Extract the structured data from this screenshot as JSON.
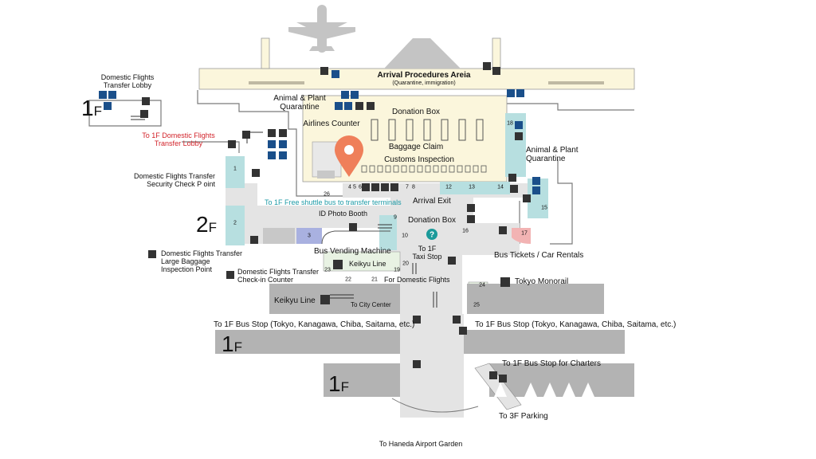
{
  "colors": {
    "arrival_area": "#fbf6dc",
    "corridor": "#e4e4e4",
    "road": "#b3b3b3",
    "walls": "#7a7a7a",
    "teal": "#b7dfe0",
    "pin": "#ef7f5a",
    "icon_blue": "#1a4f8a",
    "icon_dark": "#333333",
    "info_green": "#1b9a9a",
    "label_red": "#d2232a",
    "label_teal": "#1d9aa6"
  },
  "floors": {
    "upper_left": {
      "num": "1",
      "suffix": "F"
    },
    "second": {
      "num": "2",
      "suffix": "F"
    },
    "road_mid": {
      "num": "1",
      "suffix": "F"
    },
    "road_low": {
      "num": "1",
      "suffix": "F"
    }
  },
  "labels": {
    "transfer_lobby": "Domestic Flights\nTransfer Lobby",
    "to_transfer_lobby": "To 1F Domestic Flights\nTransfer Lobby",
    "arrival_procedures": "Arrival Procedures Areia",
    "arrival_procedures_sub": "(Quarantine, immigration)",
    "animal_plant_left": "Animal & Plant\nQuarantine",
    "airlines_counter": "Airlines Counter",
    "donation_box_top": "Donation Box",
    "baggage_claim": "Baggage Claim",
    "customs": "Customs Inspection",
    "animal_plant_right": "Animal & Plant\nQuarantine",
    "security_check": "Domestic Flights Transfer\nSecurity Check P oint",
    "free_shuttle": "To 1F Free shuttle bus to transfer terminals",
    "arrival_exit": "Arrival Exit",
    "id_photo": "ID Photo Booth",
    "donation_box_mid": "Donation Box",
    "large_baggage": "Domestic Flights Transfer\nLarge Baggage\nInspection Point",
    "transfer_checkin": "Domestic Flights Transfer\nCheck-in Counter",
    "bus_vending": "Bus Vending Machine",
    "keikyu_line_small": "Keikyu Line",
    "taxi_stop": "To 1F\nTaxi Stop",
    "for_domestic": "For Domestic Flights",
    "bus_tickets": "Bus Tickets / Car Rentals",
    "tokyo_monorail": "Tokyo Monorail",
    "keikyu_line": "Keikyu Line",
    "to_city_center": "To City Center",
    "bus_stop_left": "To 1F Bus Stop (Tokyo, Kanagawa, Chiba, Saitama, etc.)",
    "bus_stop_right": "To 1F Bus Stop (Tokyo, Kanagawa, Chiba, Saitama, etc.)",
    "bus_charters": "To 1F Bus Stop for Charters",
    "to_parking": "To 3F Parking",
    "garden": "To Haneda Airport Garden"
  },
  "numbers": [
    "1",
    "2",
    "3",
    "4",
    "5",
    "6",
    "7",
    "8",
    "9",
    "10",
    "12",
    "13",
    "14",
    "15",
    "16",
    "17",
    "18",
    "19",
    "20",
    "21",
    "22",
    "23",
    "24",
    "25",
    "26"
  ],
  "icons": {
    "airplane": "airplane-icon",
    "pin": "current-location-pin-icon",
    "info": "information-icon",
    "escalator": "escalator-icon",
    "elevator": "elevator-icon",
    "restroom": "restroom-icon",
    "train": "train-icon",
    "aed": "aed-icon"
  }
}
